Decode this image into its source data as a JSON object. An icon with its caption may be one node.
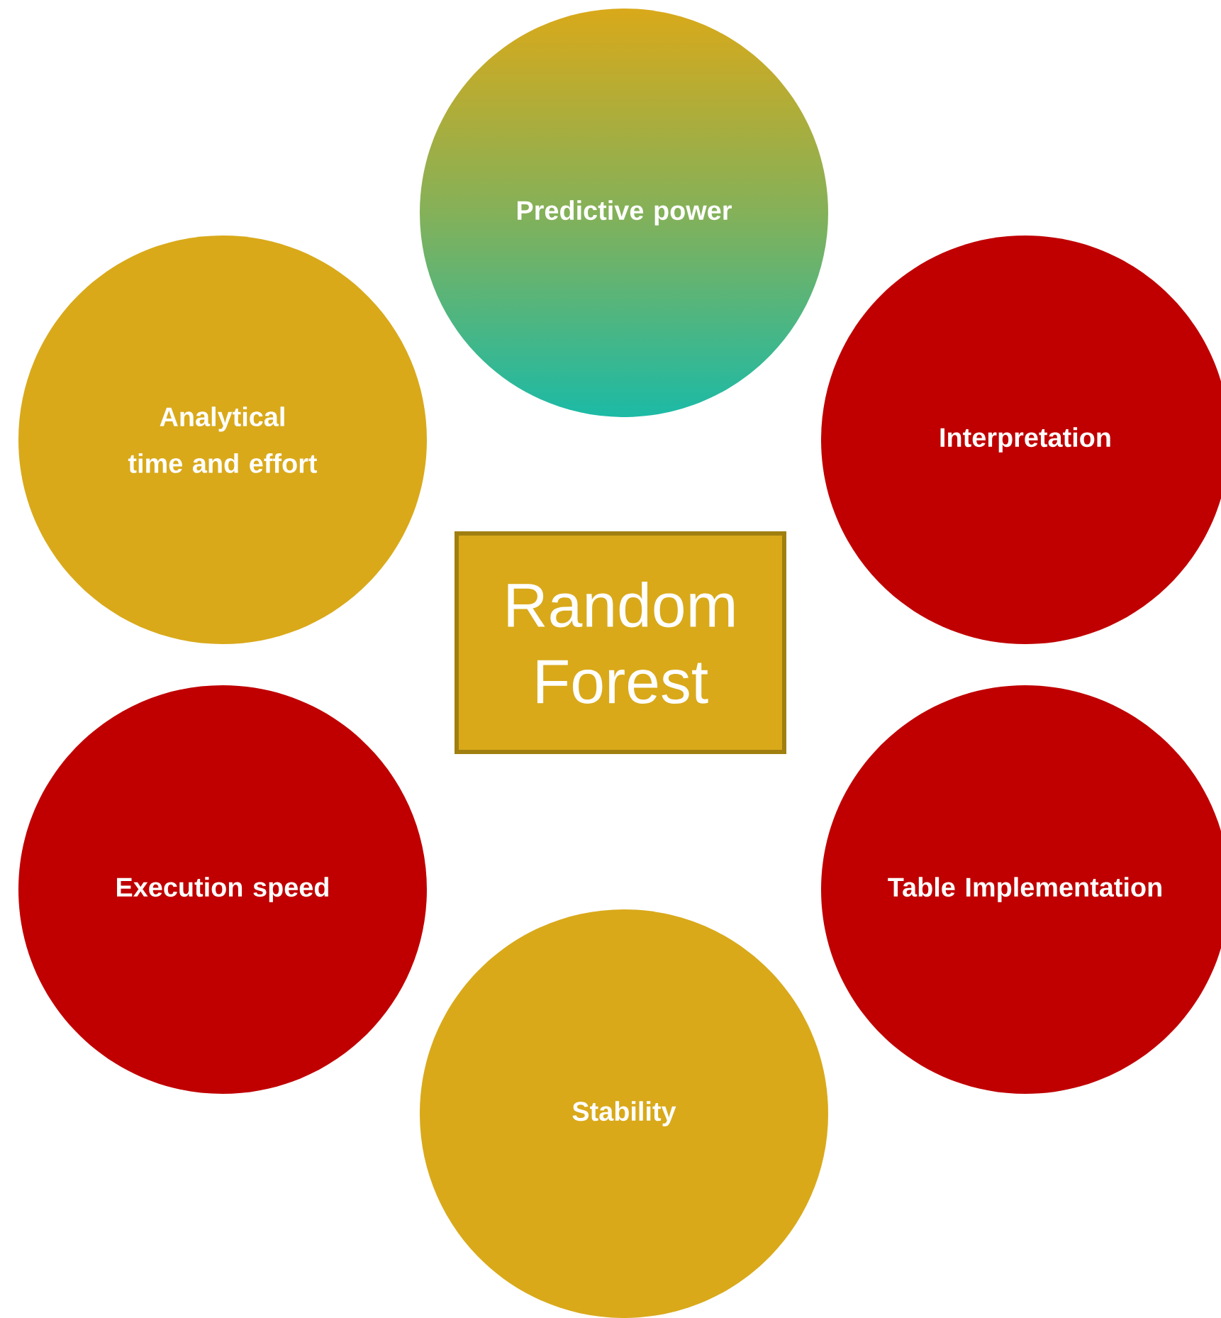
{
  "diagram": {
    "nodes": [
      {
        "text": [
          "Predictive power"
        ]
      },
      {
        "text": [
          "Analytical time and effort"
        ]
      },
      {
        "text": [
          "Interpretation"
        ]
      },
      {
        "text": [
          "Random Forest"
        ]
      },
      {
        "text": [
          "Execution speed"
        ]
      },
      {
        "text": [
          "Table Implementation"
        ]
      },
      {
        "text": [
          "Stability"
        ]
      }
    ]
  }
}
